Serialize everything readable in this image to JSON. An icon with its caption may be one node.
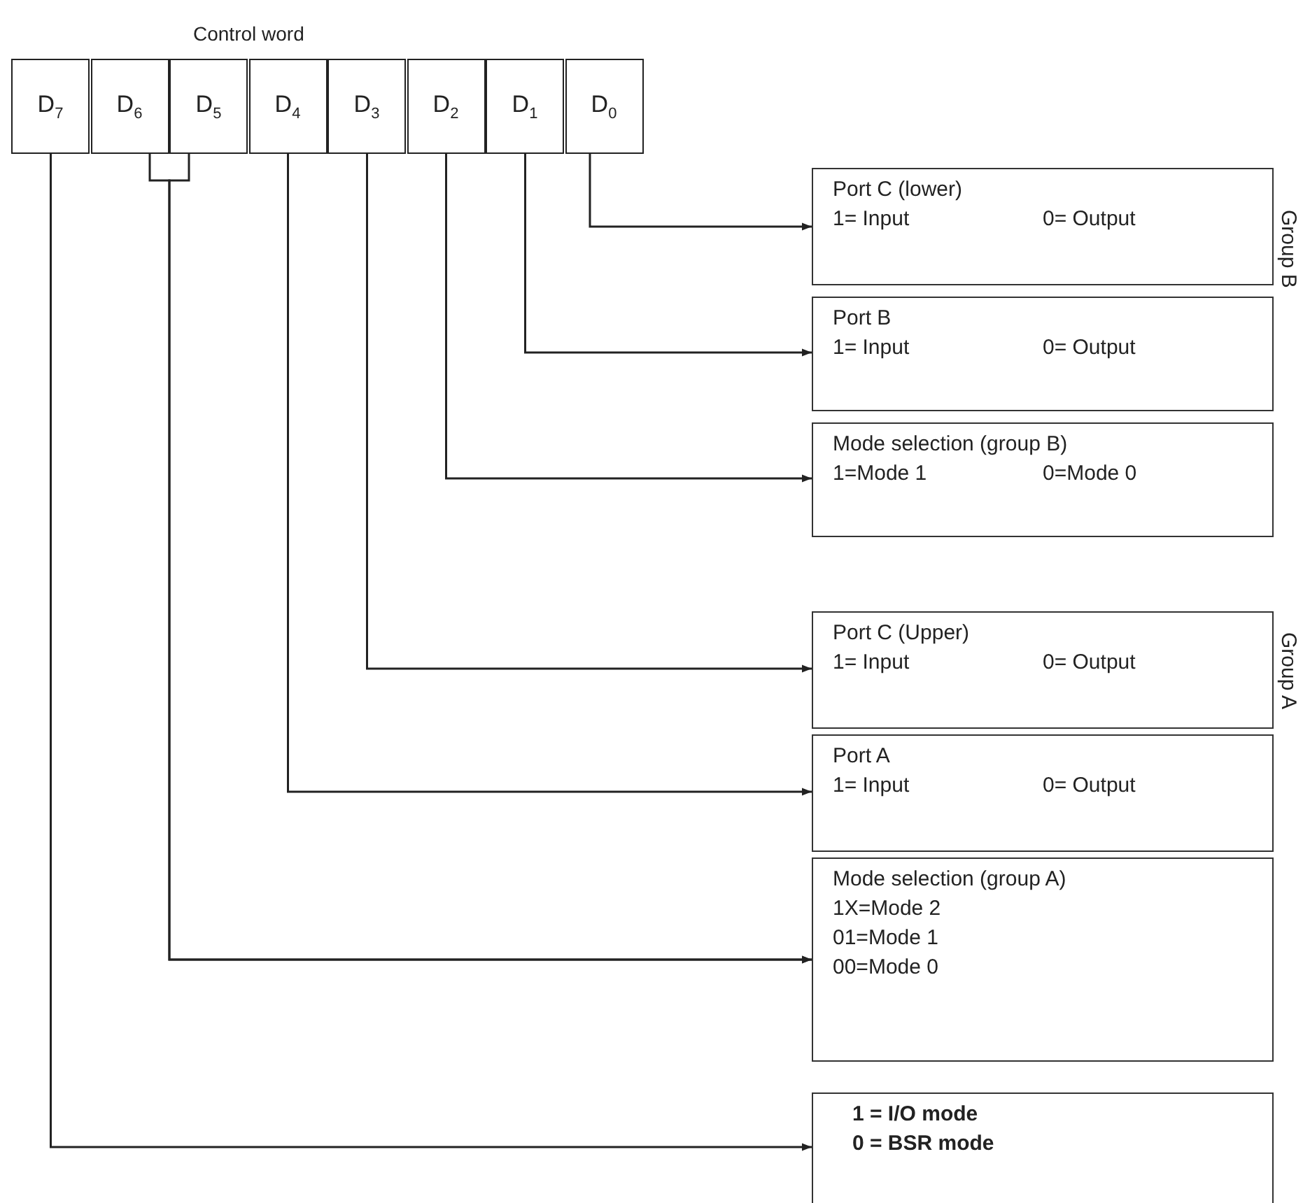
{
  "diagram": {
    "nodes": [
      {
        "text": [
          "Control word"
        ]
      },
      {
        "text": [
          "D$_{7}$"
        ],
        "in": 0
      },
      {
        "text": [
          "D$_{6}$"
        ],
        "in": 0
      },
      {
        "text": [
          "D$_{5}$"
        ],
        "in": 0
      },
      {
        "text": [
          "D$_{4}$"
        ],
        "in": 0
      },
      {
        "text": [
          "D$_{3}$"
        ],
        "in": 0
      },
      {
        "text": [
          "D$_{2}$"
        ],
        "in": 0
      },
      {
        "text": [
          "D$_{1}$"
        ],
        "in": 0
      },
      {
        "text": [
          "D$_{0}$"
        ],
        "in": 0
      },
      {
        "text": [
          "Port C (lower)",
          "1= Input",
          "0= Output"
        ]
      },
      {
        "text": [
          "Port B",
          "1= Input",
          "0= Output"
        ]
      },
      {
        "text": [
          "Mode selection (group B)",
          "1=Mode 1",
          "0=Mode 0"
        ]
      },
      {
        "text": [
          "Port C (Upper)",
          "1= Input",
          "0= Output"
        ]
      },
      {
        "text": [
          "Port A",
          "1= Input",
          "0= Output"
        ]
      },
      {
        "text": [
          "Mode selection (group A)",
          "1X=Mode 2",
          "01=Mode 1",
          "00=Mode 0"
        ]
      },
      {
        "text": [
          "1 = I/O mode",
          "0 = BSR mode"
        ]
      }
    ],
    "edges": [
      {
        "from": 8,
        "to": 9,
        "arrow": "to"
      },
      {
        "from": 7,
        "to": 10,
        "arrow": "to"
      },
      {
        "from": 6,
        "to": 11,
        "arrow": "to"
      },
      {
        "from": 5,
        "to": 12,
        "arrow": "to"
      },
      {
        "from": 4,
        "to": 13,
        "arrow": "to"
      },
      {
        "from": 2,
        "to": 14,
        "arrow": "to"
      },
      {
        "from": 3,
        "to": 14,
        "arrow": "to"
      },
      {
        "from": 1,
        "to": 15,
        "arrow": "to"
      }
    ],
    "labels": [
      "Group B",
      "Group A"
    ]
  }
}
